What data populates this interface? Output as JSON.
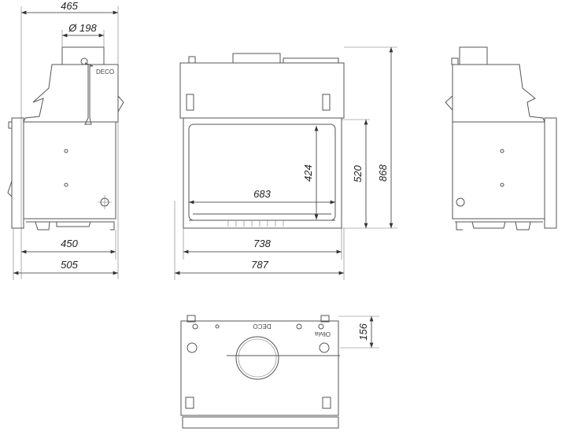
{
  "title": "Fireplace insert dimensional drawing",
  "brand_label": "DECO",
  "brand_label_mirrored": "Olivia",
  "side_view": {
    "width_top": "465",
    "flue_diameter": "Ø 198",
    "depth_body": "450",
    "depth_total": "505"
  },
  "front_view": {
    "glass_width": "683",
    "glass_height": "424",
    "door_height": "520",
    "total_height": "868",
    "body_width": "738",
    "total_width": "787"
  },
  "top_view": {
    "flue_offset": "156"
  }
}
